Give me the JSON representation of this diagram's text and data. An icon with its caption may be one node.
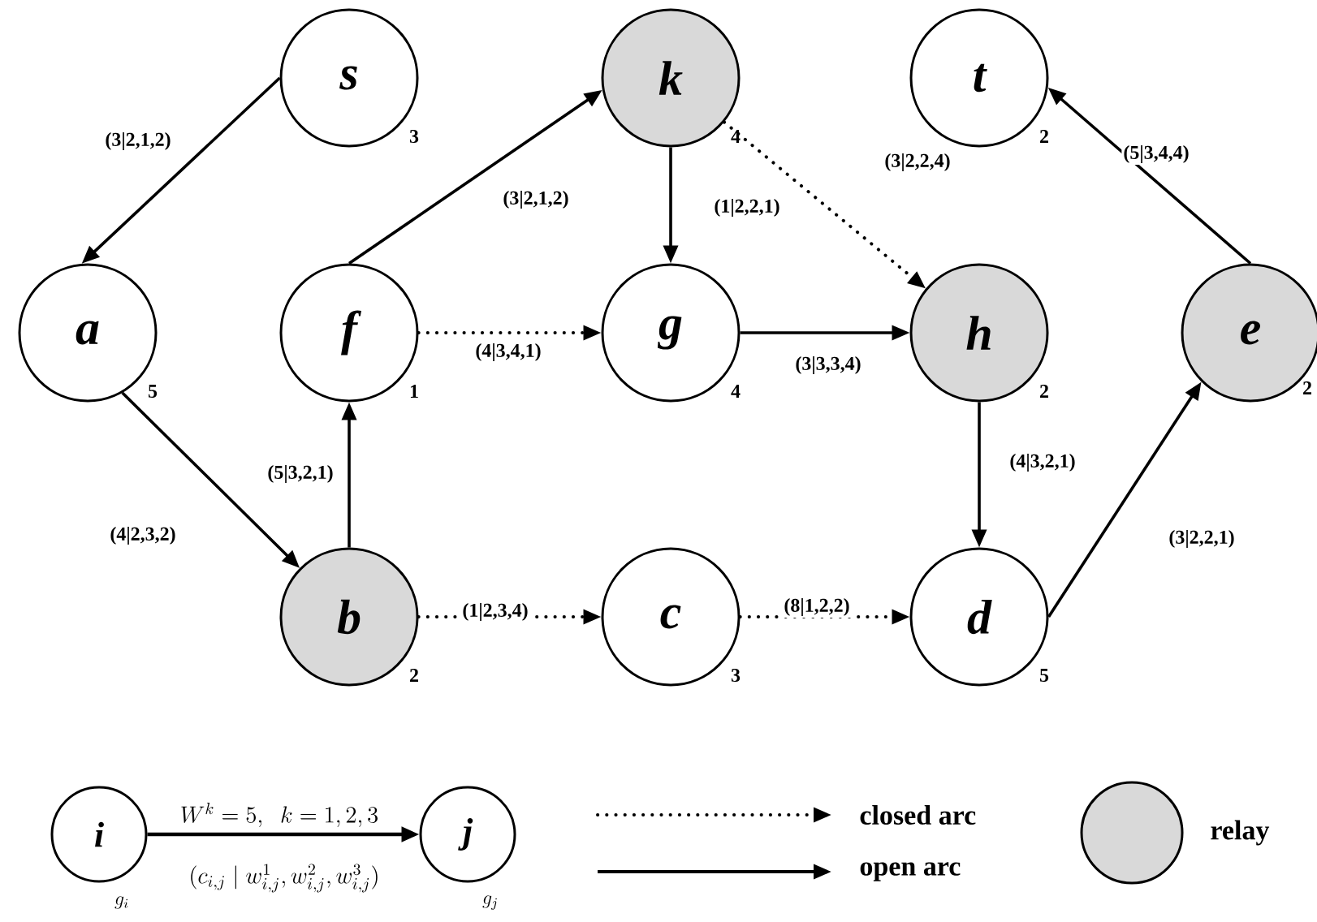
{
  "diagram": {
    "nodes": [
      {
        "text": [
          "s"
        ],
        "beside": [
          "3"
        ]
      },
      {
        "text": [
          "k"
        ],
        "beside": [
          "4"
        ]
      },
      {
        "text": [
          "t"
        ],
        "beside": [
          "2"
        ]
      },
      {
        "text": [
          "a"
        ],
        "beside": [
          "5"
        ]
      },
      {
        "text": [
          "f"
        ],
        "beside": [
          "1"
        ]
      },
      {
        "text": [
          "g"
        ],
        "beside": [
          "4"
        ]
      },
      {
        "text": [
          "h"
        ],
        "beside": [
          "2"
        ]
      },
      {
        "text": [
          "e"
        ],
        "beside": [
          "2"
        ]
      },
      {
        "text": [
          "b"
        ],
        "beside": [
          "2"
        ]
      },
      {
        "text": [
          "c"
        ],
        "beside": [
          "3"
        ]
      },
      {
        "text": [
          "d"
        ],
        "beside": [
          "5"
        ]
      },
      {
        "text": [
          "i"
        ],
        "beside": [
          "g_i"
        ]
      },
      {
        "text": [
          "j"
        ],
        "beside": [
          "g_j"
        ]
      }
    ],
    "edges": [
      {
        "from": 0,
        "to": 3,
        "arrow": "to",
        "label": "(3|2,1,2)"
      },
      {
        "from": 3,
        "to": 8,
        "arrow": "to",
        "label": "(4|2,3,2)"
      },
      {
        "from": 8,
        "to": 4,
        "arrow": "to",
        "label": "(5|3,2,1)"
      },
      {
        "from": 4,
        "to": 1,
        "arrow": "to",
        "label": "(3|2,1,2)"
      },
      {
        "from": 4,
        "to": 5,
        "arrow": "to",
        "label": "(4|3,4,1)",
        "style": "dashed"
      },
      {
        "from": 1,
        "to": 5,
        "arrow": "to",
        "label": "(1|2,2,1)"
      },
      {
        "from": 1,
        "to": 6,
        "arrow": "to",
        "label": "(3|2,2,4)",
        "style": "dashed"
      },
      {
        "from": 5,
        "to": 6,
        "arrow": "to",
        "label": "(3|3,3,4)"
      },
      {
        "from": 6,
        "to": 10,
        "arrow": "to",
        "label": "(4|3,2,1)"
      },
      {
        "from": 8,
        "to": 9,
        "arrow": "to",
        "label": "(1|2,3,4)",
        "style": "dashed"
      },
      {
        "from": 9,
        "to": 10,
        "arrow": "to",
        "label": "(8|1,2,2)",
        "style": "dashed"
      },
      {
        "from": 10,
        "to": 7,
        "arrow": "to",
        "label": "(3|2,2,1)"
      },
      {
        "from": 7,
        "to": 2,
        "arrow": "to",
        "label": "(5|3,4,4)"
      },
      {
        "from": 11,
        "to": 12,
        "arrow": "to",
        "label": "W^{k}=5,\\;\\; k=1,2,3"
      }
    ],
    "labels": [
      "(c_{i,j} \\mid w^{1}_{i,j}, w^{2}_{i,j}, w^{3}_{i,j})"
    ],
    "legend": [
      {
        "text": "closed arc"
      },
      {
        "text": "open arc"
      },
      {
        "text": "relay",
        "color": "#d9d9d9"
      }
    ]
  }
}
